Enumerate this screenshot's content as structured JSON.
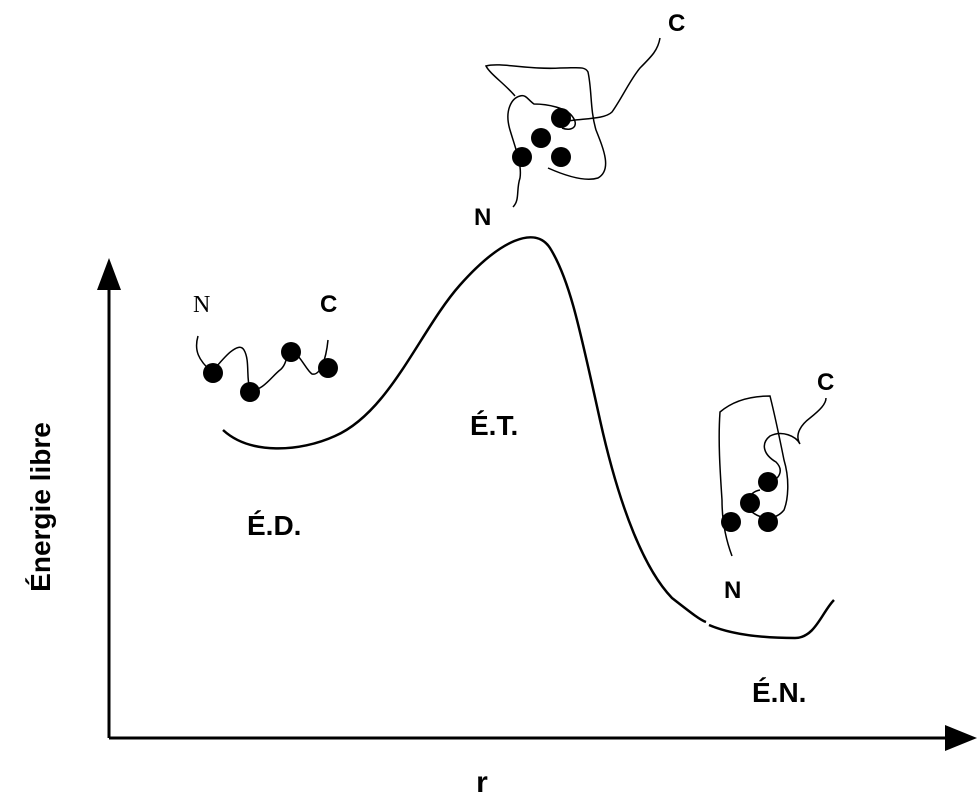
{
  "axes": {
    "y_label": "Énergie libre",
    "x_label": "r"
  },
  "states": {
    "denatured": "É.D.",
    "transition": "É.T.",
    "native": "É.N."
  },
  "termini": {
    "n": "N",
    "c": "C"
  }
}
